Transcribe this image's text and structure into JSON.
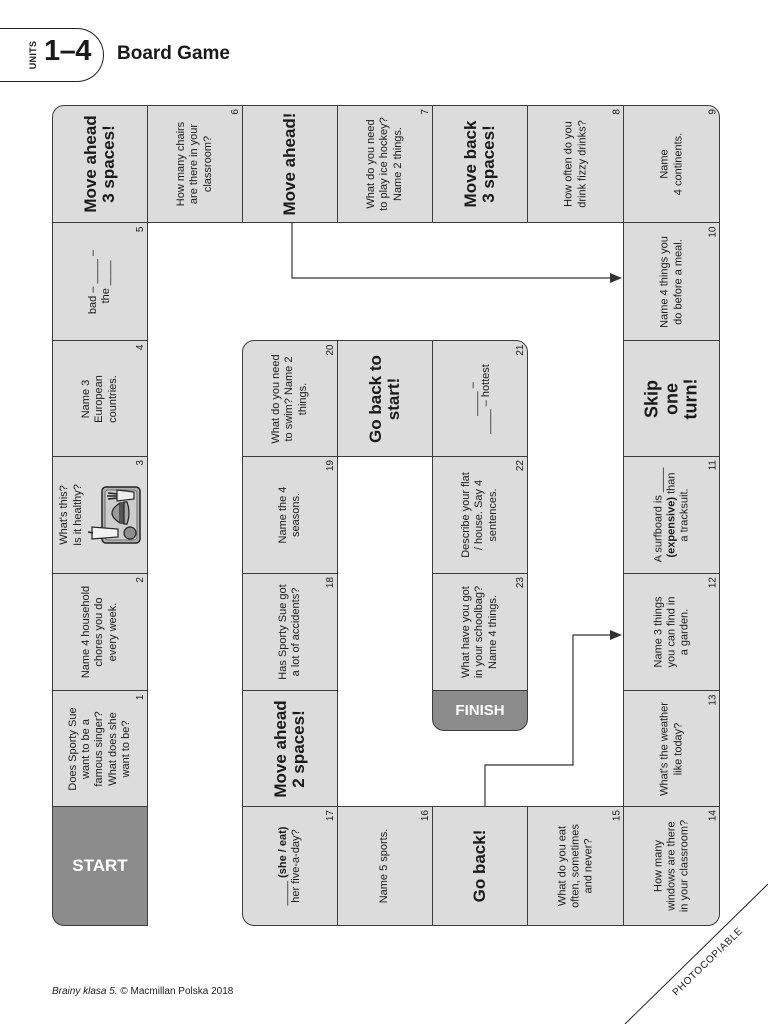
{
  "header": {
    "units_label": "UNITS",
    "units_range": "1–4",
    "title": "Board Game"
  },
  "board": {
    "start_label": "START",
    "finish_label": "FINISH",
    "special": {
      "move_ahead_3": "Move ahead\n3 spaces!",
      "move_ahead": "Move ahead!",
      "move_back_3": "Move back\n3 spaces!",
      "skip_turn": "Skip\none\nturn!",
      "go_back": "Go back!",
      "move_ahead_2": "Move ahead\n2 spaces!",
      "go_back_to_start": "Go back to\nstart!"
    },
    "spaces": {
      "s1": {
        "number": "1",
        "text": "Does Sporty Sue\nwant to be a\nfamous singer?\nWhat does she\nwant to be?"
      },
      "s2": {
        "number": "2",
        "text": "Name 4 household\nchores you do\nevery week."
      },
      "s3": {
        "number": "3",
        "text": "What's this?\nIs it healthy?",
        "picture_icon": "fast-food-tray-icon"
      },
      "s4": {
        "number": "4",
        "text": "Name 3\nEuropean\ncountries."
      },
      "s5": {
        "number": "5",
        "text": "bad – ____ –\nthe ____"
      },
      "s6": {
        "number": "6",
        "text": "How many chairs\nare there in your\nclassroom?"
      },
      "s7": {
        "number": "7",
        "text": "What do you need\nto play ice hockey?\nName 2 things."
      },
      "s8": {
        "number": "8",
        "text": "How often do you\ndrink fizzy drinks?"
      },
      "s9": {
        "number": "9",
        "text": "Name\n4 continents."
      },
      "s10": {
        "number": "10",
        "text": "Name 4 things you\ndo before a meal."
      },
      "s11": {
        "number": "11",
        "text_before": "A surfboard is ____\n",
        "text_bold": "(expensive)",
        "text_after": " than\na tracksuit."
      },
      "s12": {
        "number": "12",
        "text": "Name 3 things\nyou can find in\na garden."
      },
      "s13": {
        "number": "13",
        "text": "What's the weather\nlike today?"
      },
      "s14": {
        "number": "14",
        "text": "How many\nwindows are there\nin your classroom?"
      },
      "s15": {
        "number": "15",
        "text": "What do you eat\noften, sometimes\nand never?"
      },
      "s16": {
        "number": "16",
        "text": "Name 5 sports."
      },
      "s17": {
        "number": "17",
        "text_before": "____ ",
        "text_bold": "(she / eat)",
        "text_after": "\nher five-a-day?"
      },
      "s18": {
        "number": "18",
        "text": "Has Sporty Sue got\na lot of accidents?"
      },
      "s19": {
        "number": "19",
        "text": "Name the 4\nseasons."
      },
      "s20": {
        "number": "20",
        "text": "What do you need\nto swim? Name 2\nthings."
      },
      "s21": {
        "number": "21",
        "text": "____ –\n____ – hottest"
      },
      "s22": {
        "number": "22",
        "text": "Describe your flat\n/ house. Say 4\nsentences."
      },
      "s23": {
        "number": "23",
        "text": "What have you got\nin your schoolbag?\nName 4 things."
      }
    }
  },
  "footer": {
    "book_title": "Brainy klasa 5.",
    "copyright": "© Macmillan Polska 2018",
    "stamp": "PHOTOCOPIABLE"
  },
  "colors": {
    "cell_fill": "#dcdcdc",
    "start_finish_fill": "#8c8c8c",
    "border": "#3c3c3c",
    "text": "#1a1a1a"
  }
}
